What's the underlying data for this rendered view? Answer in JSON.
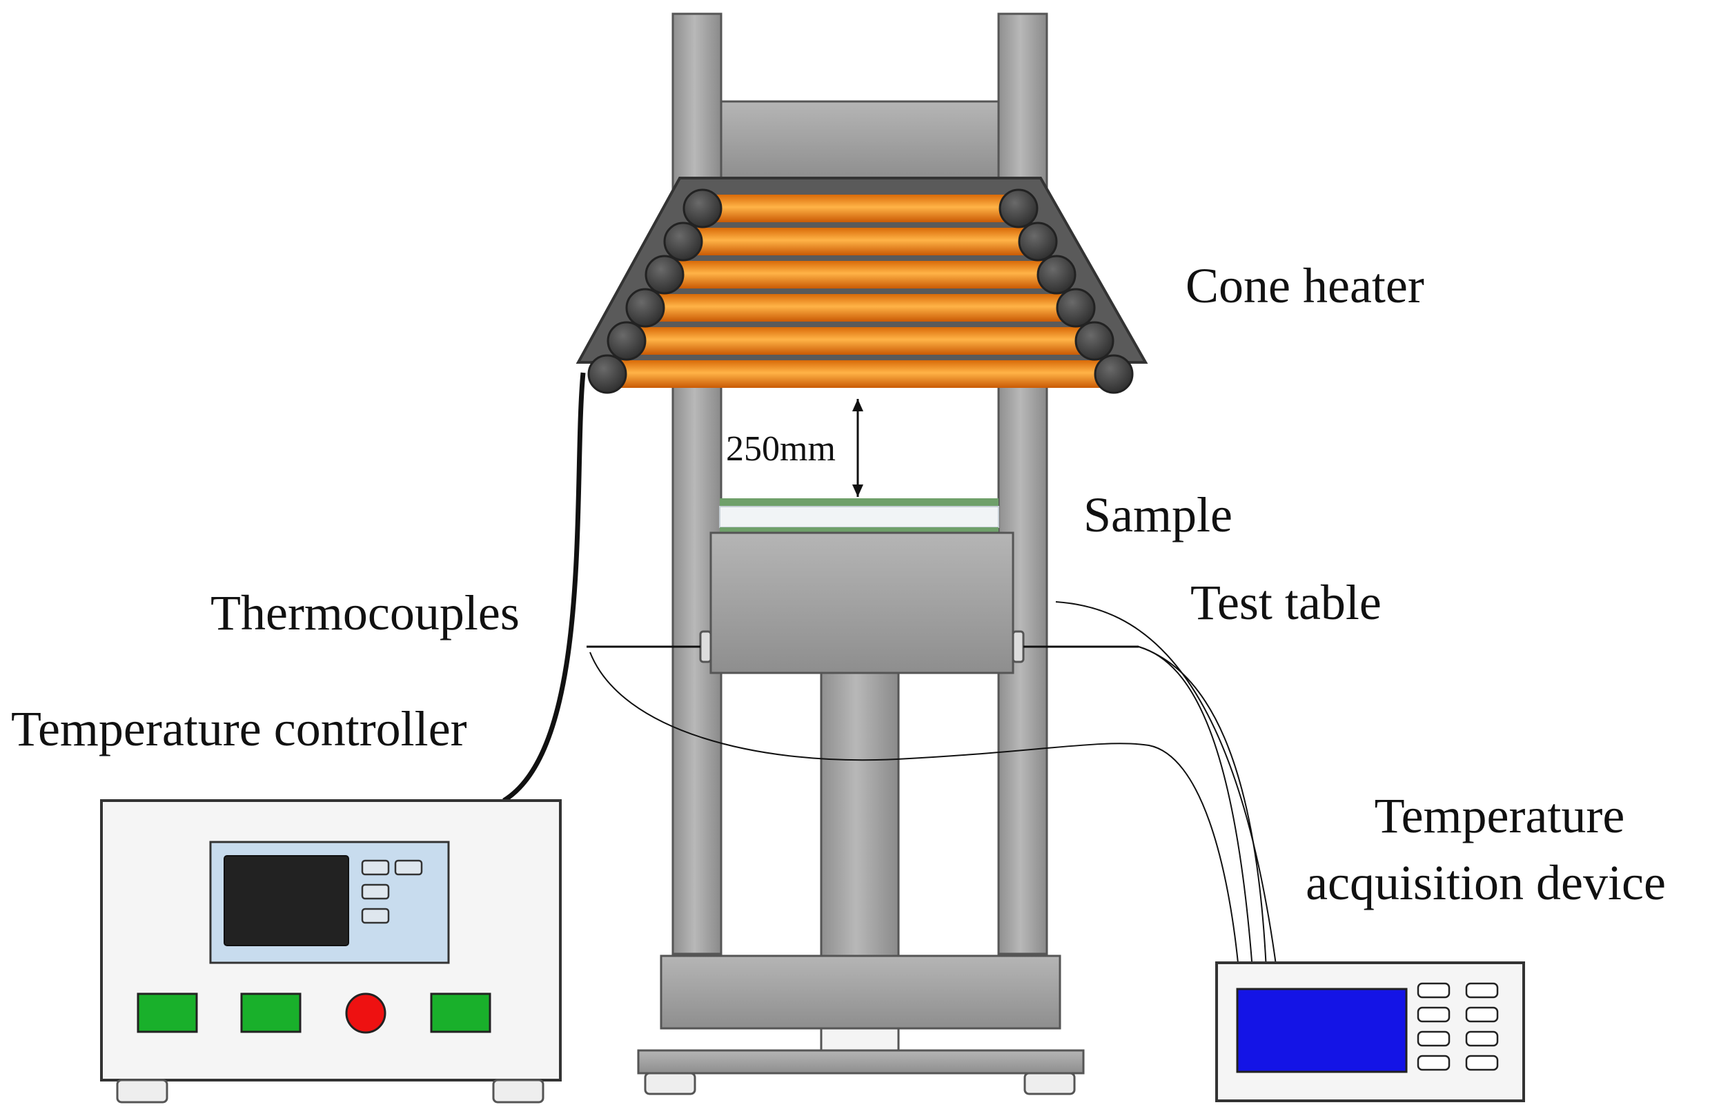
{
  "labels": {
    "cone_heater": "Cone heater",
    "distance": "250mm",
    "sample": "Sample",
    "test_table": "Test table",
    "thermocouples": "Thermocouples",
    "temperature_controller": "Temperature controller",
    "acquisition_line1": "Temperature",
    "acquisition_line2": "acquisition device"
  },
  "colors": {
    "background": "#ffffff",
    "steel": "#a3a3a3",
    "heater_orange": "#f7941d",
    "heater_roller": "#3d3d3d",
    "sample_green": "#6fa06a",
    "controller_screen": "#c8dcee",
    "controller_display": "#222222",
    "button_green": "#19b02b",
    "button_red": "#ee1111",
    "device_screen": "#1414e6",
    "wire": "#111111"
  },
  "icons": {
    "controller_buttons": "green-square-button",
    "power_button": "red-round-button",
    "device_keys": "rounded-key"
  }
}
